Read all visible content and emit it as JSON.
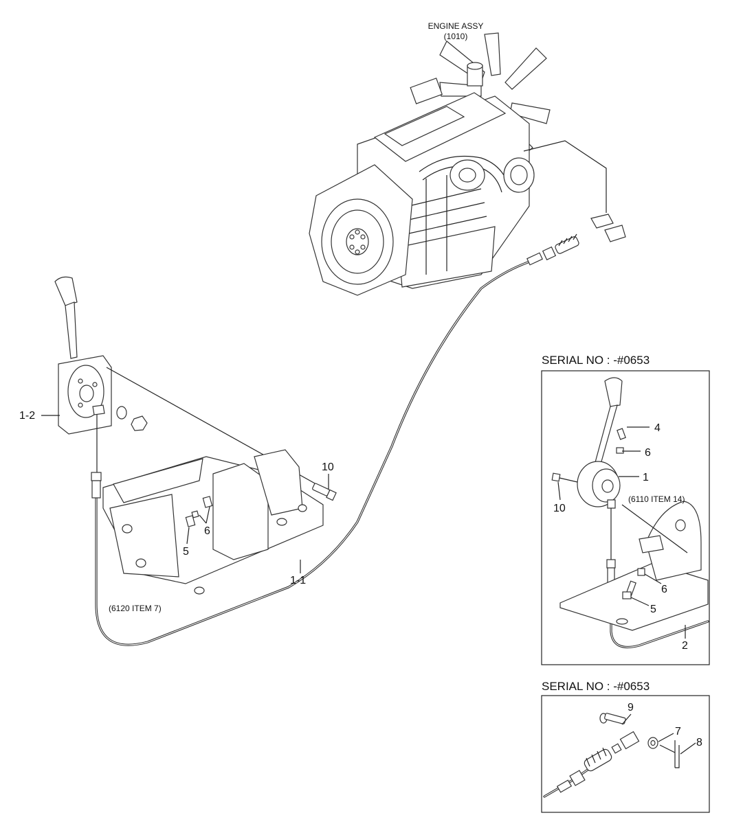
{
  "main": {
    "engine_title": "ENGINE ASSY",
    "engine_ref": "(1010)",
    "callouts": {
      "c_1_2": "1-2",
      "c_1_1": "1-1",
      "c_10": "10",
      "c_6": "6",
      "c_5": "5",
      "ref_6120": "(6120 ITEM 7)"
    }
  },
  "inset_top": {
    "header": "SERIAL NO : -#0653",
    "callouts": {
      "c_4": "4",
      "c_6a": "6",
      "c_1": "1",
      "ref_6110": "(6110 ITEM 14)",
      "c_10": "10",
      "c_6b": "6",
      "c_5": "5",
      "c_2": "2"
    }
  },
  "inset_bottom": {
    "header": "SERIAL NO : -#0653",
    "callouts": {
      "c_9": "9",
      "c_7": "7",
      "c_8": "8"
    }
  },
  "icons": [
    "engine-drawing",
    "throttle-lever-icon",
    "bracket-icon",
    "cable-icon",
    "bolt-icon",
    "washer-icon",
    "nut-icon",
    "pin-icon"
  ]
}
